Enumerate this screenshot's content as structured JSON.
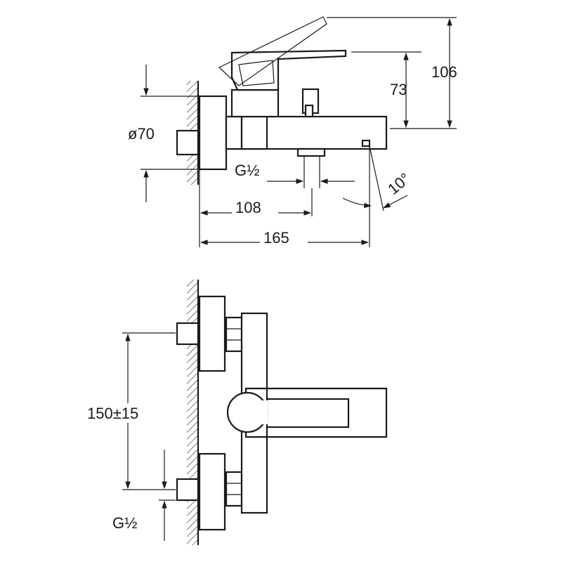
{
  "side_view": {
    "dim_diameter": "ø70",
    "dim_height_lever": "106",
    "dim_height_body": "73",
    "thread_outlet": "G½",
    "dim_outlet_offset": "108",
    "dim_total_depth": "165",
    "dim_angle": "10°"
  },
  "front_view": {
    "dim_centers": "150±15",
    "thread_inlet": "G½"
  }
}
